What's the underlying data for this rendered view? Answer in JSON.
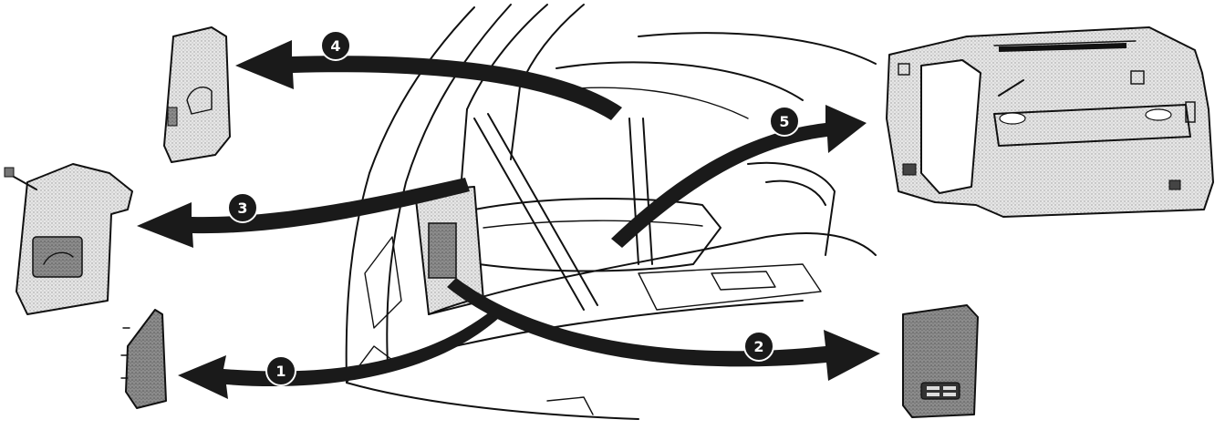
{
  "callouts": [
    {
      "id": "1",
      "label": "1"
    },
    {
      "id": "2",
      "label": "2"
    },
    {
      "id": "3",
      "label": "3"
    },
    {
      "id": "4",
      "label": "4"
    },
    {
      "id": "5",
      "label": "5"
    }
  ],
  "colors": {
    "line": "#111111",
    "arrow": "#1a1a1a",
    "panel_fill": "#c9c9c9",
    "panel_dark": "#8c8c8c",
    "background": "#ffffff"
  }
}
